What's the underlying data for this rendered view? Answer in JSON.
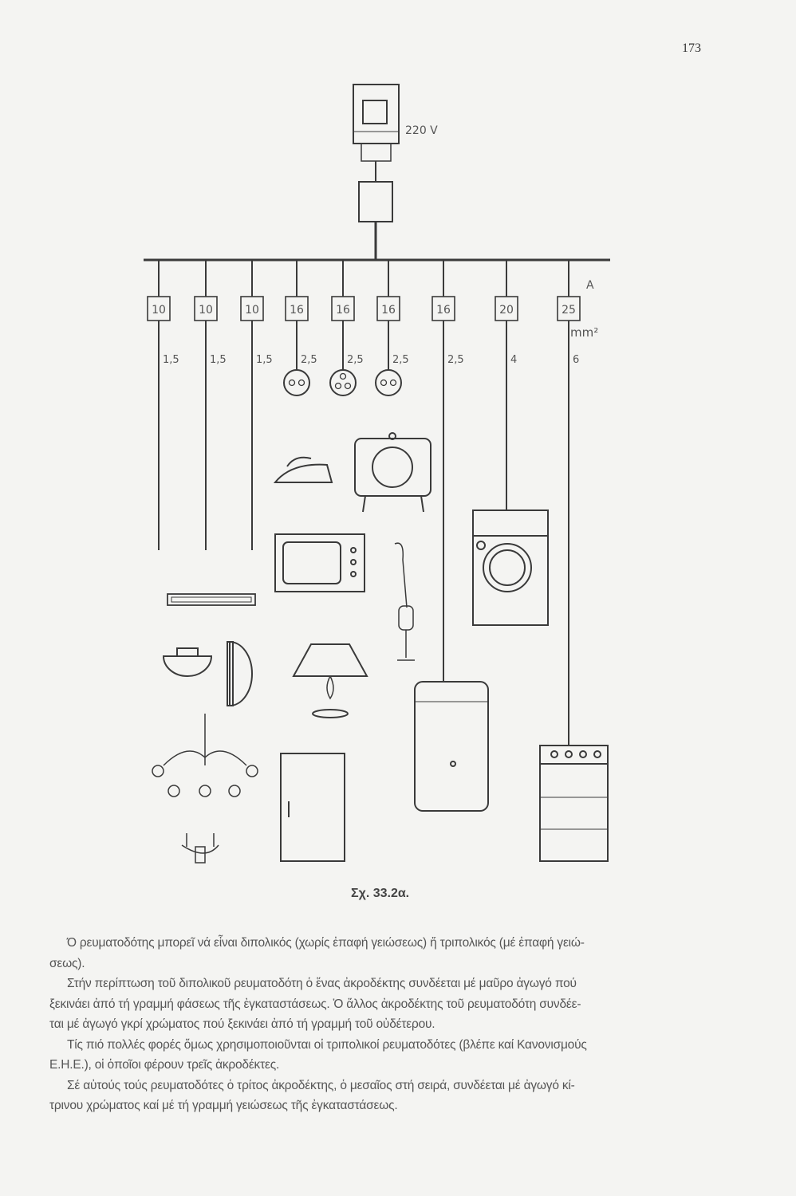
{
  "page_number": "173",
  "diagram": {
    "supply_voltage": "220 V",
    "unit_current": "A",
    "unit_section": "mm²",
    "circuits": [
      {
        "fuse": "10",
        "section": "1,5",
        "load": "lighting"
      },
      {
        "fuse": "10",
        "section": "1,5",
        "load": "lighting"
      },
      {
        "fuse": "10",
        "section": "1,5",
        "load": "lighting"
      },
      {
        "fuse": "16",
        "section": "2,5",
        "load": "socket"
      },
      {
        "fuse": "16",
        "section": "2,5",
        "load": "socket"
      },
      {
        "fuse": "16",
        "section": "2,5",
        "load": "socket"
      },
      {
        "fuse": "16",
        "section": "2,5",
        "load": "water-heater"
      },
      {
        "fuse": "20",
        "section": "4",
        "load": "washing-machine"
      },
      {
        "fuse": "25",
        "section": "6",
        "load": "electric-stove"
      }
    ]
  },
  "caption": "Σχ. 33.2α.",
  "paragraphs": [
    [
      "Ό ρευματοδότης μπορεῖ νά εἶναι διπολικός (χωρίς ἐπαφή γειώσεως) ἤ τριπολικός (μέ ἐπαφή γειώ-",
      "σεως)."
    ],
    [
      "Στήν περίπτωση τοῦ διπολικοῦ ρευματοδότη ὁ ἕνας ἀκροδέκτης συνδέεται μέ μαῦρο ἀγωγό πού",
      "ξεκινάει ἀπό τή γραμμή φάσεως τῆς ἐγκαταστάσεως. Ὁ ἄλλος ἀκροδέκτης τοῦ ρευματοδότη συνδέε-",
      "ται μέ ἀγωγό γκρί χρώματος πού ξεκινάει ἀπό τή γραμμή τοῦ οὐδέτερου."
    ],
    [
      "Τίς πιό πολλές φορές ὅμως χρησιμοποιοῦνται οἱ τριπολικοί ρευματοδότες (βλέπε καί Κανονισμούς",
      "Ε.Η.Ε.), οἱ ὁποῖοι φέρουν τρεῖς ἀκροδέκτες."
    ],
    [
      "Σέ αὐτούς τούς ρευματοδότες ὁ τρίτος ἀκροδέκτης, ὁ μεσαῖος στή σειρά, συνδέεται μέ ἀγωγό κί-",
      "τρινου χρώματος καί μέ τή γραμμή γειώσεως τῆς ἐγκαταστάσεως."
    ]
  ]
}
